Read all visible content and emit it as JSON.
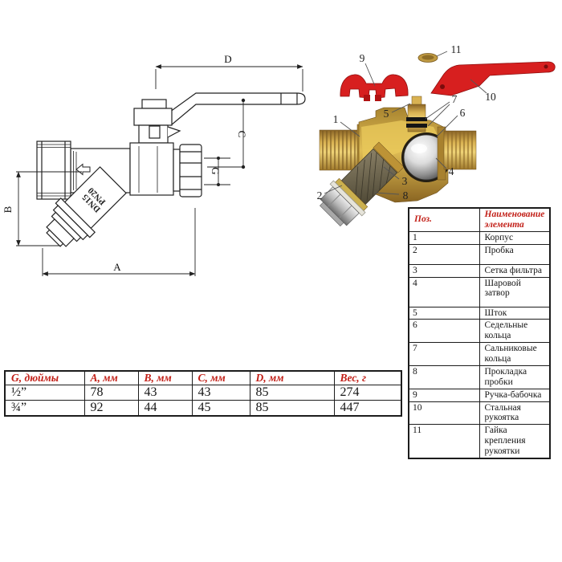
{
  "drawing": {
    "dim_labels": {
      "A": "A",
      "B": "B",
      "C": "C",
      "D": "D",
      "G": "G"
    },
    "stamp_line1": "DN15",
    "stamp_line2": "PN20"
  },
  "photo": {
    "callouts": [
      "1",
      "2",
      "3",
      "4",
      "5",
      "6",
      "7",
      "8",
      "9",
      "10",
      "11"
    ]
  },
  "parts_table": {
    "headers": [
      "Поз.",
      "Наименование элемента"
    ],
    "rows": [
      [
        "1",
        "Корпус"
      ],
      [
        "2",
        "Пробка"
      ],
      [
        "3",
        "Сетка фильтра"
      ],
      [
        "4",
        "Шаровой затвор"
      ],
      [
        "5",
        "Шток"
      ],
      [
        "6",
        "Седельные кольца"
      ],
      [
        "7",
        "Сальниковые кольца"
      ],
      [
        "8",
        "Прокладка пробки"
      ],
      [
        "9",
        "Ручка-бабочка"
      ],
      [
        "10",
        "Стальная рукоятка"
      ],
      [
        "11",
        "Гайка крепления рукоятки"
      ]
    ]
  },
  "dims_table": {
    "headers": [
      "G, дюймы",
      "A, мм",
      "B, мм",
      "C, мм",
      "D, мм",
      "Вес, г"
    ],
    "rows": [
      [
        "½”",
        "78",
        "43",
        "43",
        "85",
        "274"
      ],
      [
        "¾”",
        "92",
        "44",
        "45",
        "85",
        "447"
      ]
    ]
  },
  "colors": {
    "accent_red_text": "#c22018",
    "handle_red": "#d71f1f",
    "brass": "#c79b3e",
    "line": "#222222"
  }
}
